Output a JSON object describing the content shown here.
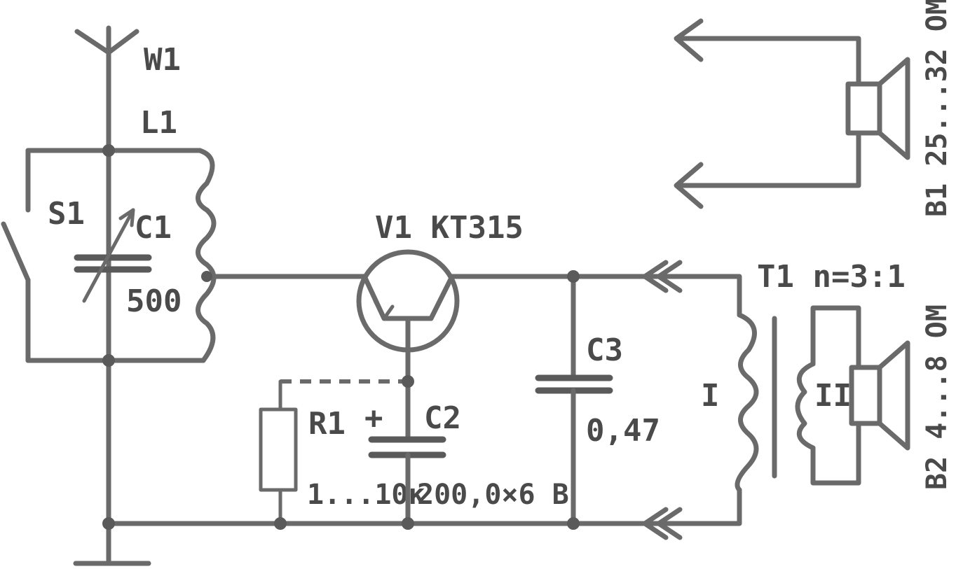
{
  "labels": {
    "antenna": "W1",
    "coil": "L1",
    "switch": "S1",
    "capacitor1_name": "C1",
    "capacitor1_value": "500",
    "transistor": "V1  KT315",
    "capacitor2_name": "C2",
    "capacitor2_polarity": "+",
    "capacitor2_value": "200,0×6 B",
    "resistor_name": "R1",
    "resistor_value": "1...10к",
    "capacitor3_name": "C3",
    "capacitor3_value": "0,47",
    "transformer": "T1 n=3:1",
    "winding1": "I",
    "winding2": "II",
    "speaker1": "B1 25...32 ОМ",
    "speaker2": "B2 4...8 ОМ"
  }
}
